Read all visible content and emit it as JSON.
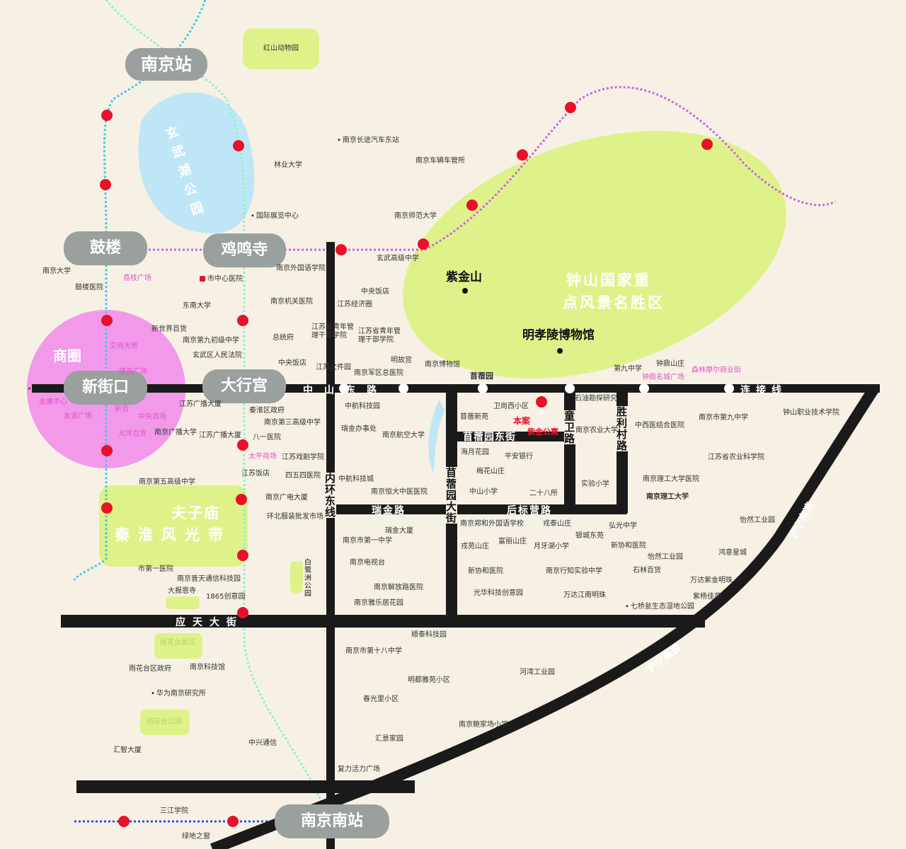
{
  "colors": {
    "background": "#f6f1e4",
    "road": "#1a1a1a",
    "metro_red": "#e8102a",
    "metro_purple": "#c667e6",
    "metro_blue": "#2a4fe6",
    "metro_cyan": "#7fe3cf",
    "metro_lightcyan": "#3fcbe6",
    "park_green": "#dff28a",
    "lake_blue": "#bfe6f6",
    "shopping_pink": "#f299ea",
    "station_gray": "#9aa09e"
  },
  "stations": {
    "nanjing_station": "南京站",
    "gulou": "鼓楼",
    "jimingsi": "鸡鸣寺",
    "xinjiekou": "新街口",
    "daxinggong": "大行宫",
    "nanjing_south": "南京南站"
  },
  "districts": {
    "hongshan_zoo": "红山动物园",
    "xuanwu_lake": "玄武湖公园",
    "zijinshan": "紫金山",
    "zhongshan_line1": "钟山国家重",
    "zhongshan_line2": "点风景名胜区",
    "mingxiaoling": "明孝陵博物馆",
    "shangquan": "商圈",
    "fuzimiao": "夫子庙",
    "qinhuai": "秦淮风光带",
    "bailuzhou": "白鹭洲公园",
    "yuhuatai_scenic": "雨花台景区",
    "yuhuatai_park": "雨花台公园"
  },
  "roads": {
    "zhongshan_east": "中山东路",
    "lianjiexian": "连接线",
    "xuxuyuan_east": "苜蓿园东街",
    "ruijin": "瑞金路",
    "houbiaoying": "后标营路",
    "yingtian": "应天大街",
    "inner_ring_east": "内环东线",
    "xuxuyuan_ave": "苜蓿园大街",
    "tongwei": "童卫路",
    "shengli": "胜利村路",
    "huning_upper": "沪宁高速",
    "huning_lower": "沪宁高速"
  },
  "project": {
    "label": "本案",
    "name": "紫金公寓"
  },
  "pois": {
    "p01": "南京长途汽车东站",
    "p02": "林业大学",
    "p03": "南京车辆车管所",
    "p04": "国际展览中心",
    "p05": "南京师范大学",
    "p06": "玄武高级中学",
    "p07": "南京大学",
    "p08": "鼓楼医院",
    "p09": "荔枝广场",
    "p10": "市中心医院",
    "p11": "南京外国语学院",
    "p12": "东南大学",
    "p13": "南京机关医院",
    "p14": "中央饭店",
    "p15": "江苏经济圈",
    "p16": "新世界百货",
    "p17": "南京第九初级中学",
    "p18": "总统府",
    "p19": "江苏省青年管理干部学院",
    "p20": "江苏省青年管理干部学院",
    "p21": "艾尚天地",
    "p22": "玄武区人民法院",
    "p23": "德基广场",
    "p24": "中央饭店",
    "p25": "江苏文件园",
    "p26": "明故宫",
    "p27": "南京军区总医院",
    "p28": "南京博物馆",
    "p29": "苜蓿园",
    "p30": "第九中学",
    "p31": "钟鼎山庄",
    "p32": "森林摩尔商业街",
    "p33": "钟鼎名城广场",
    "p34": "金鹰中心",
    "p35": "新百",
    "p36": "江苏广播大厦",
    "p37": "秦淮区政府",
    "p38": "中航科技园",
    "p39": "卫岗西小区",
    "p40": "石油勘探研究",
    "p41": "友谊广场",
    "p42": "中央商场",
    "p43": "南京第三高级中学",
    "p44": "瑞金办事处",
    "p45": "苜蓿新苑",
    "p46": "南京农业大学",
    "p47": "中西医结合医院",
    "p48": "南京市第九中学",
    "p49": "钟山职业技术学院",
    "p50": "大洋百货",
    "p51": "南京广播大学",
    "p52": "江苏广播大厦",
    "p53": "八一医院",
    "p54": "南京航空大学",
    "p55": "海月花园",
    "p56": "平安银行",
    "p57": "太平商场",
    "p58": "江苏戏剧学院",
    "p59": "江苏饭店",
    "p60": "四五四医院",
    "p61": "中航科技城",
    "p62": "梅花山庄",
    "p63": "实验小学",
    "p64": "南京理工大学医院",
    "p65": "江苏省农业科学院",
    "p66": "南京第五高级中学",
    "p67": "南京恒大中医医院",
    "p68": "中山小学",
    "p69": "二十八所",
    "p70": "南京理工大学",
    "p71": "南京广电大厦",
    "p72": "环北服装批发市场",
    "p73": "南京郑和外国语学校",
    "p74": "戎泰山庄",
    "p75": "弘光中学",
    "p76": "怡然工业园",
    "p77": "瑞金大厦",
    "p78": "南京市第一中学",
    "p79": "银城东苑",
    "p80": "戎苑山庄",
    "p81": "富丽山庄",
    "p82": "月牙湖小学",
    "p83": "新协和医院",
    "p84": "怡然工业园",
    "p85": "鸿意星城",
    "p86": "南京电视台",
    "p87": "新协和医院",
    "p88": "南京行知实验中学",
    "p89": "石林百货",
    "p90": "万达紫金明珠",
    "p91": "市第一医院",
    "p92": "南京普天通信科技园",
    "p93": "南京解放路医院",
    "p94": "光华科技创意园",
    "p95": "万达江南明珠",
    "p96": "紫杨佳苑",
    "p97": "大报恩寺",
    "p98": "1865创意园",
    "p99": "南京雅乐居花园",
    "p100": "七桥瓮生态湿地公园",
    "p101": "顺泰科技园",
    "p102": "南京市第十八中学",
    "p103": "雨花台区政府",
    "p104": "南京科技馆",
    "p105": "河湾工业园",
    "p106": "明都雅苑小区",
    "p107": "华为南京研究所",
    "p108": "春光里小区",
    "p109": "南京鲍家场小学",
    "p110": "中兴通信",
    "p111": "汇智大厦",
    "p112": "汇景家园",
    "p113": "复力活力广场",
    "p114": "三江学院",
    "p115": "绿地之窗"
  }
}
